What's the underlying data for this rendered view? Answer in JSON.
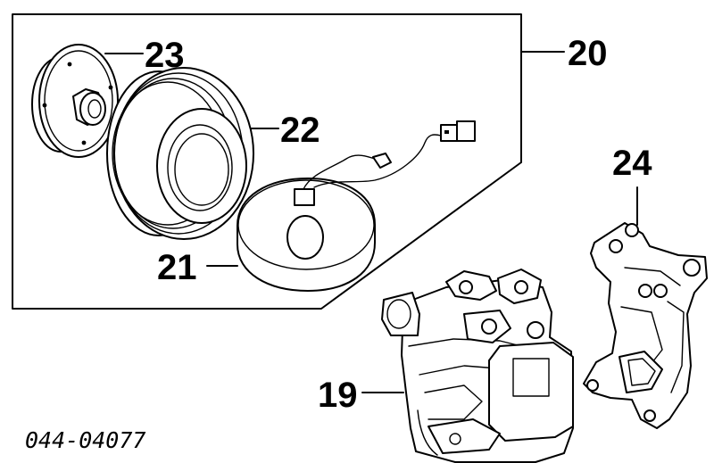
{
  "callouts": {
    "c19": "19",
    "c20": "20",
    "c21": "21",
    "c22": "22",
    "c23": "23",
    "c24": "24"
  },
  "part_number": "044-04077"
}
